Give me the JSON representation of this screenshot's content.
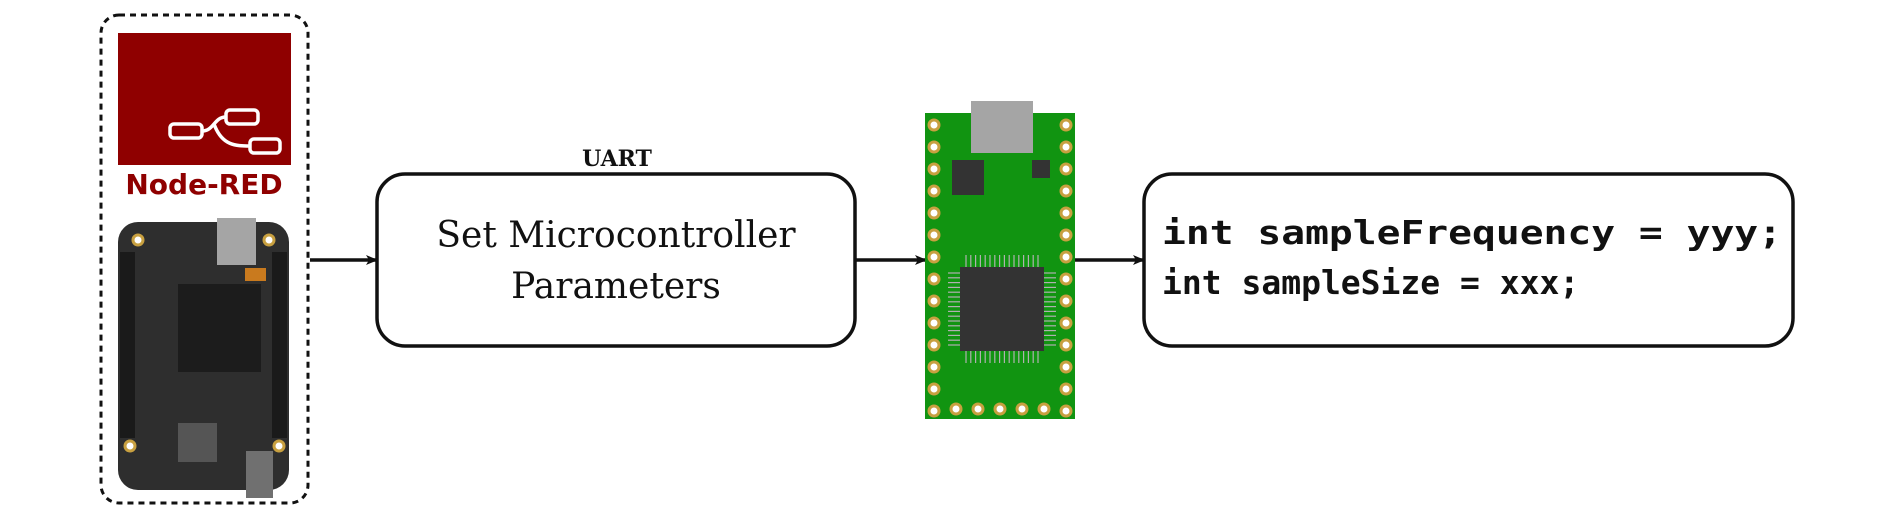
{
  "logo": {
    "text": "Node-RED",
    "color": "#8f0000"
  },
  "label_uart": "UART",
  "box_params": {
    "line1": "Set Microcontroller",
    "line2": "Parameters"
  },
  "box_code": {
    "line1": "int sampleFrequency = yyy;",
    "line2": "int sampleSize = xxx;"
  },
  "colors": {
    "board_dark": "#2e2e2e",
    "chip": "#1c1c1c",
    "pcb_green": "#119411",
    "pad_gold": "#c8a040",
    "connector_gray": "#a5a5a5",
    "smd_orange": "#c97a1e",
    "stroke": "#111111"
  },
  "icons": [
    "node-red-flow-icon",
    "beaglebone-board-icon",
    "teensy-board-icon"
  ]
}
